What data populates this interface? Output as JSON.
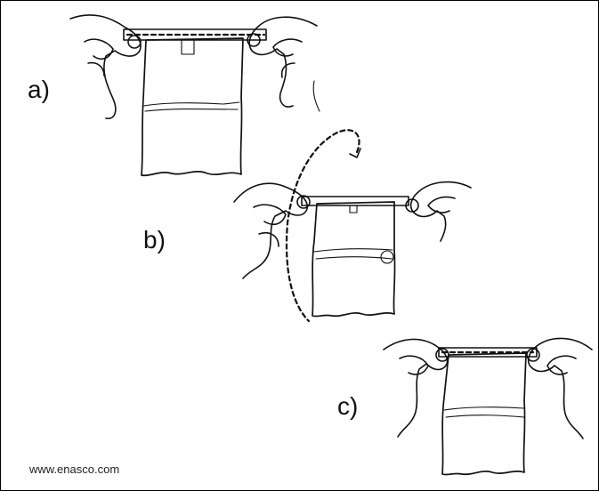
{
  "labels": {
    "step_a": "a)",
    "step_b": "b)",
    "step_c": "c)"
  },
  "credit": "www.enasco.com",
  "icons": {
    "step_a": "hands-holding-sealed-bag",
    "step_b": "hands-whirling-bag",
    "step_c": "hands-holding-closed-bag"
  }
}
